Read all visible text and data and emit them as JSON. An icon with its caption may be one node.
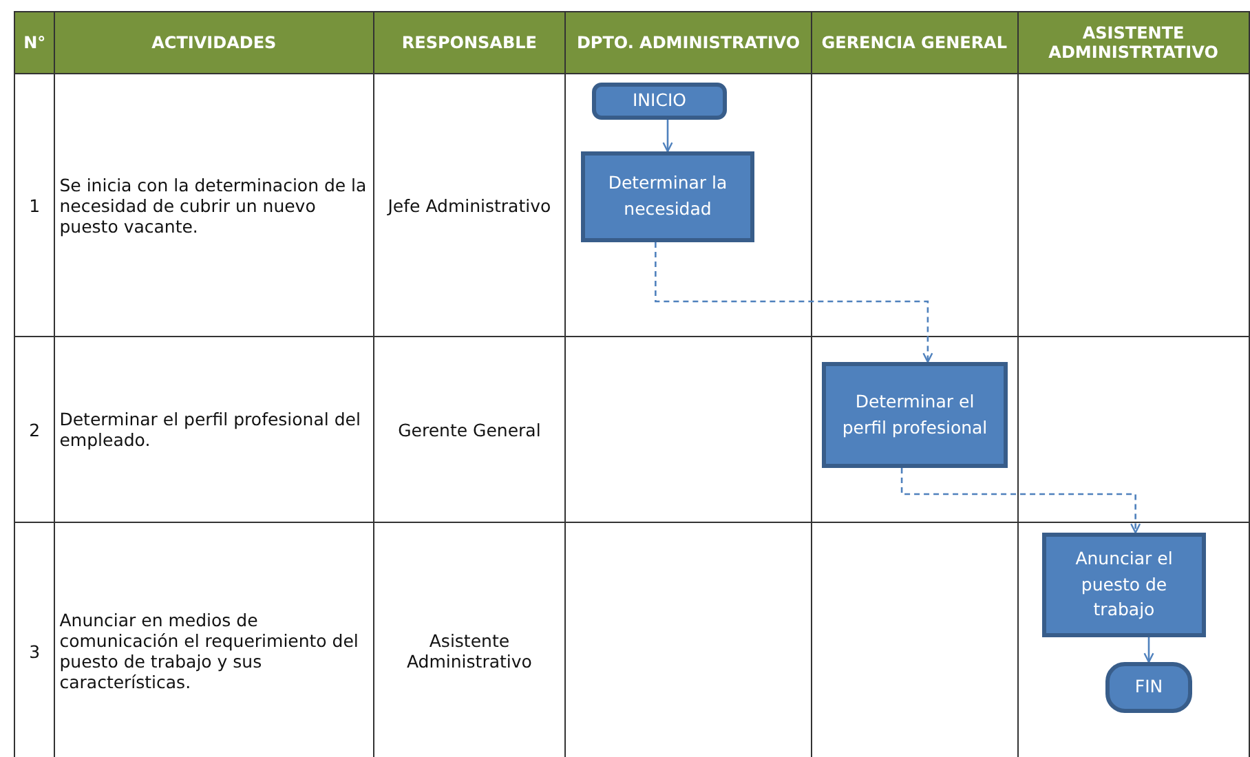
{
  "diagram": {
    "nodes": [
      {
        "text": [
          "INICIO"
        ]
      },
      {
        "text": [
          "Determinar la necesidad"
        ]
      },
      {
        "text": [
          "Determinar el perfil profesional"
        ]
      },
      {
        "text": [
          "Anunciar el puesto de trabajo"
        ]
      },
      {
        "text": [
          "FIN"
        ]
      }
    ],
    "edges": [
      {
        "from": 0,
        "to": 1,
        "arrow": "to"
      },
      {
        "from": 1,
        "to": 2,
        "arrow": "to",
        "style": "dashed"
      },
      {
        "from": 2,
        "to": 3,
        "arrow": "to",
        "style": "dashed"
      },
      {
        "from": 3,
        "to": 4,
        "arrow": "to"
      }
    ],
    "labels": [
      "N°",
      "ACTIVIDADES",
      "RESPONSABLE",
      "DPTO. ADMINISTRATIVO",
      "GERENCIA GENERAL",
      "ASISTENTE ADMINISTRTATIVO",
      "1",
      "Se inicia con la determinacion de la necesidad de cubrir un nuevo puesto vacante.",
      "Jefe Administrativo",
      "2",
      "Determinar el perfil profesional del empleado.",
      "Gerente General",
      "3",
      "Anunciar en medios de comunicación el requerimiento del puesto de trabajo y sus características.",
      "Asistente Administrativo"
    ]
  }
}
